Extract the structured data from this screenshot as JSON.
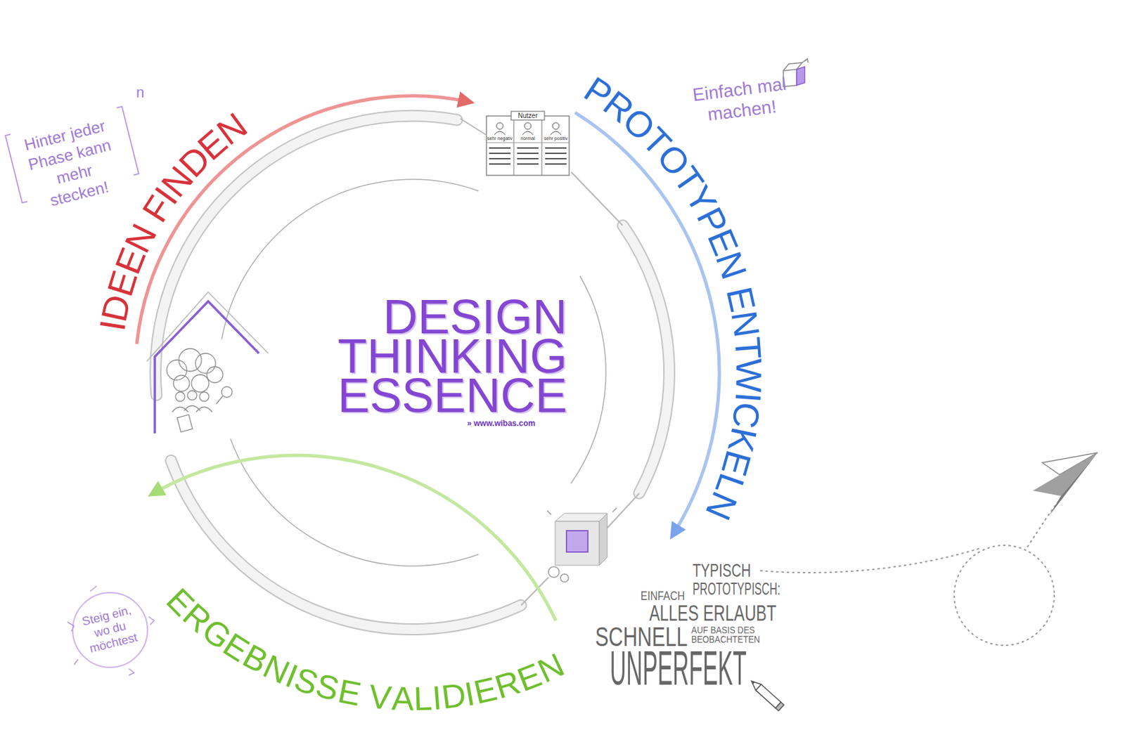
{
  "diagram": {
    "title": "DESIGN THINKING ESSENCE",
    "nodes": [
      {
        "text": [
          "Nutzer",
          "sehr negativ",
          "normal",
          "sehr positiv"
        ]
      },
      {
        "text": [
          "Steig ein, wo du möchtest"
        ]
      }
    ],
    "labels": [
      "IDEEN FINDEN",
      "PROTOTYPEN ENTWICKELN",
      "ERGEBNISSE VALIDIEREN",
      "» www.wibas.com",
      "Hinter jeder Phase kann mehr stecken!",
      "n",
      "Einfach mal machen!",
      "TYPISCH",
      "PROTOTYPISCH:",
      "EINFACH",
      "ALLES ERLAUBT",
      "SCHNELL",
      "AUF BASIS DES BEOBACHTETEN",
      "UNPERFEKT"
    ]
  }
}
